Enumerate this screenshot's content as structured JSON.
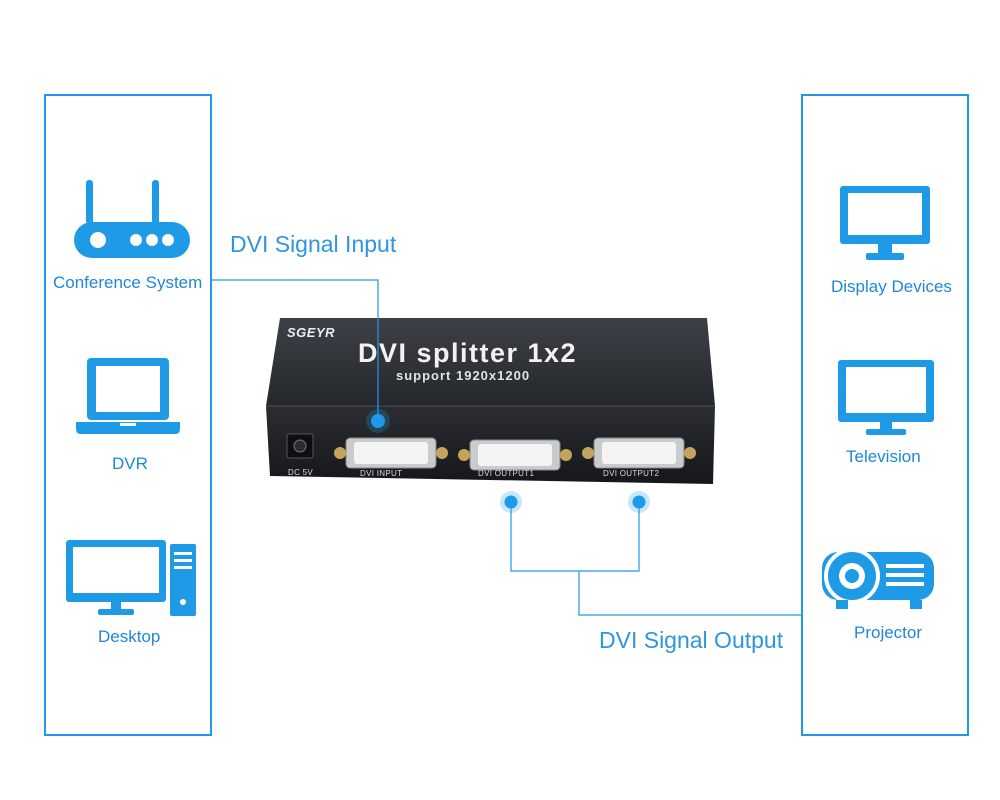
{
  "colors": {
    "accent": "#1f9ae6",
    "label": "#1e88d8",
    "device_body": "#2b2e33",
    "device_face": "#1d1f23"
  },
  "inputs": {
    "items": [
      {
        "label": "Conference System",
        "icon": "router-icon"
      },
      {
        "label": "DVR",
        "icon": "laptop-icon"
      },
      {
        "label": "Desktop",
        "icon": "desktop-icon"
      }
    ]
  },
  "outputs": {
    "items": [
      {
        "label": "Display Devices",
        "icon": "monitor-icon"
      },
      {
        "label": "Television",
        "icon": "television-icon"
      },
      {
        "label": "Projector",
        "icon": "projector-icon"
      }
    ]
  },
  "signal_input_label": "DVI Signal Input",
  "signal_output_label": "DVI Signal Output",
  "device": {
    "brand": "SGEYR",
    "title": "DVI splitter 1x2",
    "subtitle": "support 1920x1200",
    "ports": [
      {
        "label": "DC 5V"
      },
      {
        "label": "DVI INPUT"
      },
      {
        "label": "DVI OUTPUT1"
      },
      {
        "label": "DVI OUTPUT2"
      }
    ]
  }
}
